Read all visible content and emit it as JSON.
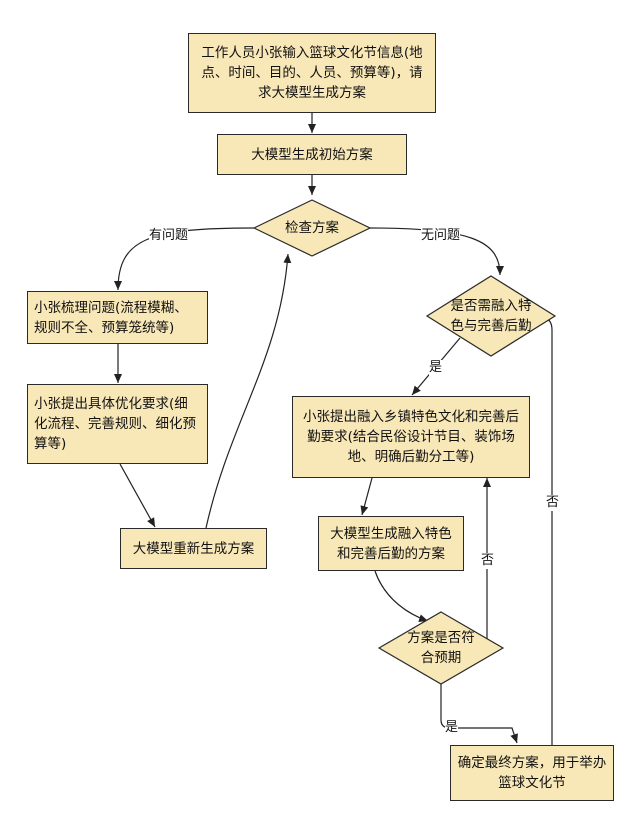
{
  "nodes": {
    "start": "工作人员小张输入篮球文化节信息(地点、时间、目的、人员、预算等)，请求大模型生成方案",
    "initial_plan": "大模型生成初始方案",
    "check_plan": "检查方案",
    "sort_issues": "小张梳理问题(流程模糊、规则不全、预算笼统等)",
    "optimize_req": "小张提出具体优化要求(细化流程、完善规则、细化预算等)",
    "regenerate": "大模型重新生成方案",
    "need_feature": "是否需融入特色与完善后勤",
    "feature_req": "小张提出融入乡镇特色文化和完善后勤要求(结合民俗设计节目、装饰场地、明确后勤分工等)",
    "feature_plan": "大模型生成融入特色和完善后勤的方案",
    "meets_expect": "方案是否符合预期",
    "final": "确定最终方案，用于举办篮球文化节"
  },
  "edge_labels": {
    "has_issue": "有问题",
    "no_issue": "无问题",
    "yes": "是",
    "no": "否"
  }
}
